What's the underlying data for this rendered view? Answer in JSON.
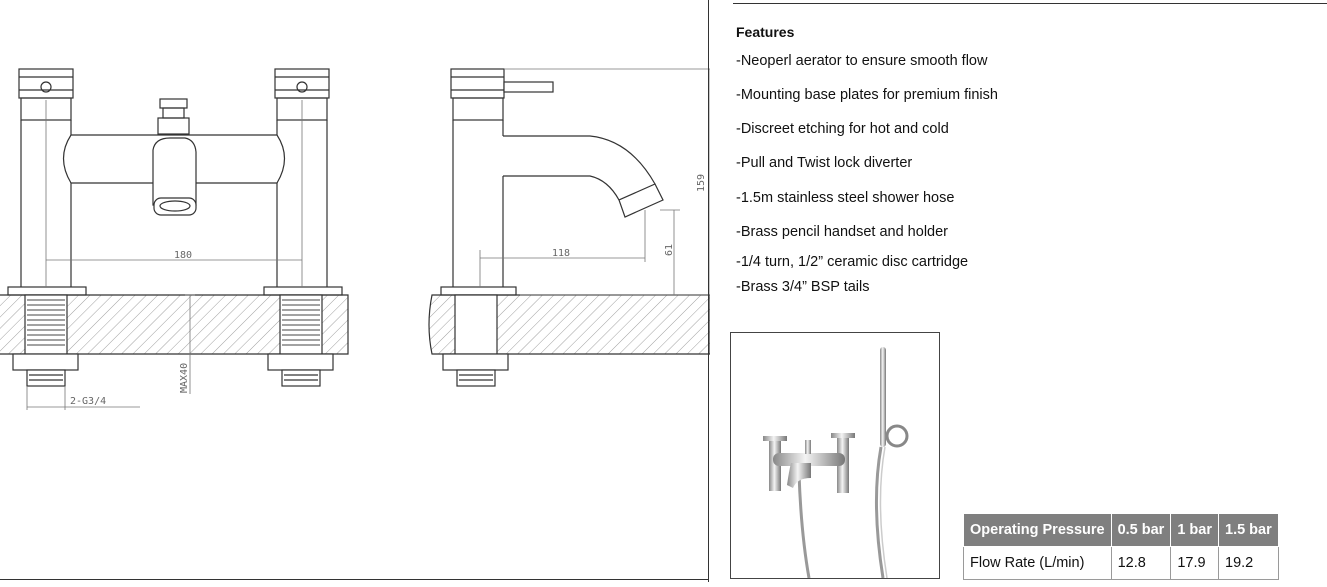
{
  "features": {
    "title": "Features",
    "items": [
      "-Neoperl aerator to ensure smooth flow",
      "-Mounting base plates for premium finish",
      "-Discreet etching for hot and cold",
      "-Pull and Twist lock diverter",
      "-1.5m stainless steel shower hose",
      "-Brass pencil handset and holder",
      "-1/4 turn, 1/2” ceramic disc cartridge",
      "-Brass 3/4” BSP tails"
    ]
  },
  "drawing": {
    "dim_spacing": "180",
    "dim_reach": "118",
    "dim_height": "159",
    "dim_spout_height": "61",
    "dim_thread": "2-G3/4",
    "dim_max_thickness": "MAX40"
  },
  "flow_table": {
    "headers": [
      "Operating Pressure",
      "0.5 bar",
      "1 bar",
      "1.5 bar"
    ],
    "rows": [
      [
        "Flow Rate (L/min)",
        "12.8",
        "17.9",
        "19.2"
      ]
    ]
  }
}
